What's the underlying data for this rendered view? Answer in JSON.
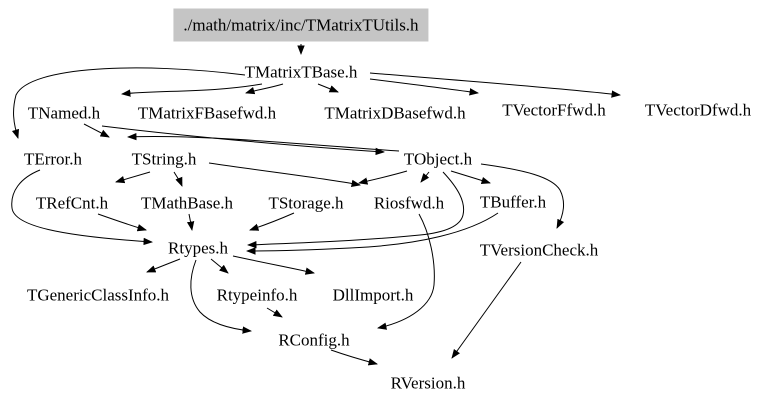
{
  "diagram": {
    "kind": "include-dependency-graph",
    "root_label": "./math/matrix/inc/TMatrixTUtils.h"
  },
  "colors": {
    "background": "#ffffff",
    "root_box_bg": "#c5c5c5",
    "edge": "#000000",
    "text": "#000000"
  },
  "nodes": [
    {
      "id": "TMatrixTUtils",
      "label": "./math/matrix/inc/TMatrixTUtils.h",
      "root": true
    },
    {
      "id": "TMatrixTBase",
      "label": "TMatrixTBase.h"
    },
    {
      "id": "TNamed",
      "label": "TNamed.h"
    },
    {
      "id": "TMatrixFBasefwd",
      "label": "TMatrixFBasefwd.h"
    },
    {
      "id": "TMatrixDBasefwd",
      "label": "TMatrixDBasefwd.h"
    },
    {
      "id": "TVectorFfwd",
      "label": "TVectorFfwd.h"
    },
    {
      "id": "TVectorDfwd",
      "label": "TVectorDfwd.h"
    },
    {
      "id": "TError",
      "label": "TError.h"
    },
    {
      "id": "TString",
      "label": "TString.h"
    },
    {
      "id": "TObject",
      "label": "TObject.h"
    },
    {
      "id": "TRefCnt",
      "label": "TRefCnt.h"
    },
    {
      "id": "TMathBase",
      "label": "TMathBase.h"
    },
    {
      "id": "TStorage",
      "label": "TStorage.h"
    },
    {
      "id": "Riosfwd",
      "label": "Riosfwd.h"
    },
    {
      "id": "TBuffer",
      "label": "TBuffer.h"
    },
    {
      "id": "Rtypes",
      "label": "Rtypes.h"
    },
    {
      "id": "TVersionCheck",
      "label": "TVersionCheck.h"
    },
    {
      "id": "TGenericClassInfo",
      "label": "TGenericClassInfo.h"
    },
    {
      "id": "Rtypeinfo",
      "label": "Rtypeinfo.h"
    },
    {
      "id": "DllImport",
      "label": "DllImport.h"
    },
    {
      "id": "RConfig",
      "label": "RConfig.h"
    },
    {
      "id": "RVersion",
      "label": "RVersion.h"
    }
  ],
  "edges": [
    {
      "from": "TMatrixTUtils",
      "to": "TMatrixTBase"
    },
    {
      "from": "TMatrixTBase",
      "to": "TNamed"
    },
    {
      "from": "TMatrixTBase",
      "to": "TMatrixFBasefwd"
    },
    {
      "from": "TMatrixTBase",
      "to": "TMatrixDBasefwd"
    },
    {
      "from": "TMatrixTBase",
      "to": "TVectorFfwd"
    },
    {
      "from": "TMatrixTBase",
      "to": "TVectorDfwd"
    },
    {
      "from": "TMatrixTBase",
      "to": "TError"
    },
    {
      "from": "TNamed",
      "to": "TString"
    },
    {
      "from": "TNamed",
      "to": "TObject"
    },
    {
      "from": "TObject",
      "to": "TString"
    },
    {
      "from": "TString",
      "to": "TRefCnt"
    },
    {
      "from": "TString",
      "to": "TMathBase"
    },
    {
      "from": "TString",
      "to": "Riosfwd"
    },
    {
      "from": "TObject",
      "to": "TStorage"
    },
    {
      "from": "TObject",
      "to": "Riosfwd"
    },
    {
      "from": "TObject",
      "to": "TBuffer"
    },
    {
      "from": "TObject",
      "to": "Rtypes"
    },
    {
      "from": "TObject",
      "to": "TVersionCheck"
    },
    {
      "from": "TError",
      "to": "Rtypes"
    },
    {
      "from": "TRefCnt",
      "to": "Rtypes"
    },
    {
      "from": "TMathBase",
      "to": "Rtypes"
    },
    {
      "from": "TStorage",
      "to": "Rtypes"
    },
    {
      "from": "TBuffer",
      "to": "Rtypes"
    },
    {
      "from": "Rtypes",
      "to": "TGenericClassInfo"
    },
    {
      "from": "Rtypes",
      "to": "Rtypeinfo"
    },
    {
      "from": "Rtypes",
      "to": "DllImport"
    },
    {
      "from": "Rtypes",
      "to": "RConfig"
    },
    {
      "from": "Rtypeinfo",
      "to": "RConfig"
    },
    {
      "from": "Riosfwd",
      "to": "RConfig"
    },
    {
      "from": "RConfig",
      "to": "RVersion"
    },
    {
      "from": "TVersionCheck",
      "to": "RVersion"
    }
  ]
}
